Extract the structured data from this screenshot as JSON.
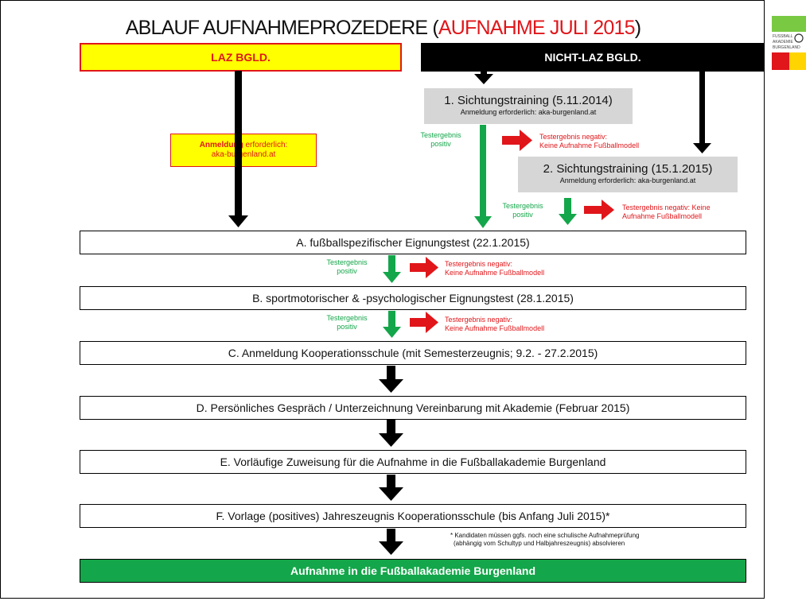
{
  "title": {
    "prefix": "ABLAUF AUFNAHMEPROZEDERE (",
    "highlight": "AUFNAHME JULI 2015",
    "suffix": ")"
  },
  "logo": {
    "lines": [
      "FUSSBALL",
      "AKADEMIE",
      "BURGENLAND"
    ],
    "colors": {
      "top": "#7ac943",
      "left": "#e0161a",
      "right": "#ffd400"
    }
  },
  "columns": {
    "laz": "LAZ BGLD.",
    "nicht_laz": "NICHT-LAZ BGLD."
  },
  "registration": {
    "bold": "Anmeldung",
    "text": " erforderlich:",
    "url": "aka-burgenland.at"
  },
  "sichtung1": {
    "title": "1. Sichtungstraining (5.11.2014)",
    "sub": "Anmeldung erforderlich: aka-burgenland.at"
  },
  "sichtung2": {
    "title": "2. Sichtungstraining (15.1.2015)",
    "sub": "Anmeldung erforderlich: aka-burgenland.at"
  },
  "outcomes": {
    "positive_line1": "Testergebnis",
    "positive_line2": "positiv",
    "negative_sichtung1_line1": "Testergebnis negativ:",
    "negative_sichtung1_line2": "Keine Aufnahme Fußballmodell",
    "negative_sichtung2_line1": "Testergebnis negativ: Keine",
    "negative_sichtung2_line2": "Aufnahme Fußballmodell",
    "negative_test_line1": "Testergebnis negativ:",
    "negative_test_line2": "Keine Aufnahme Fußballmodell"
  },
  "steps": {
    "a": "A. fußballspezifischer Eignungstest (22.1.2015)",
    "b": "B. sportmotorischer & -psychologischer Eignungstest (28.1.2015)",
    "c": "C. Anmeldung Kooperationsschule (mit Semesterzeugnis; 9.2. - 27.2.2015)",
    "d": "D. Persönliches Gespräch / Unterzeichnung Vereinbarung mit Akademie (Februar 2015)",
    "e": "E. Vorläufige Zuweisung für die Aufnahme in die Fußballakademie Burgenland",
    "f": "F. Vorlage (positives) Jahreszeugnis Kooperationsschule (bis Anfang Juli 2015)*"
  },
  "footnote": {
    "line1": "* Kandidaten müssen ggfs. noch eine schulische Aufnahmeprüfung",
    "line2": "(abhängig vom Schultyp und Halbjahreszeugnis) absolvieren"
  },
  "final": "Aufnahme in die Fußballakademie Burgenland",
  "colors": {
    "red": "#e0161a",
    "green": "#14a64a",
    "yellow": "#ffff00",
    "grey": "#d6d6d6",
    "black": "#000000"
  }
}
